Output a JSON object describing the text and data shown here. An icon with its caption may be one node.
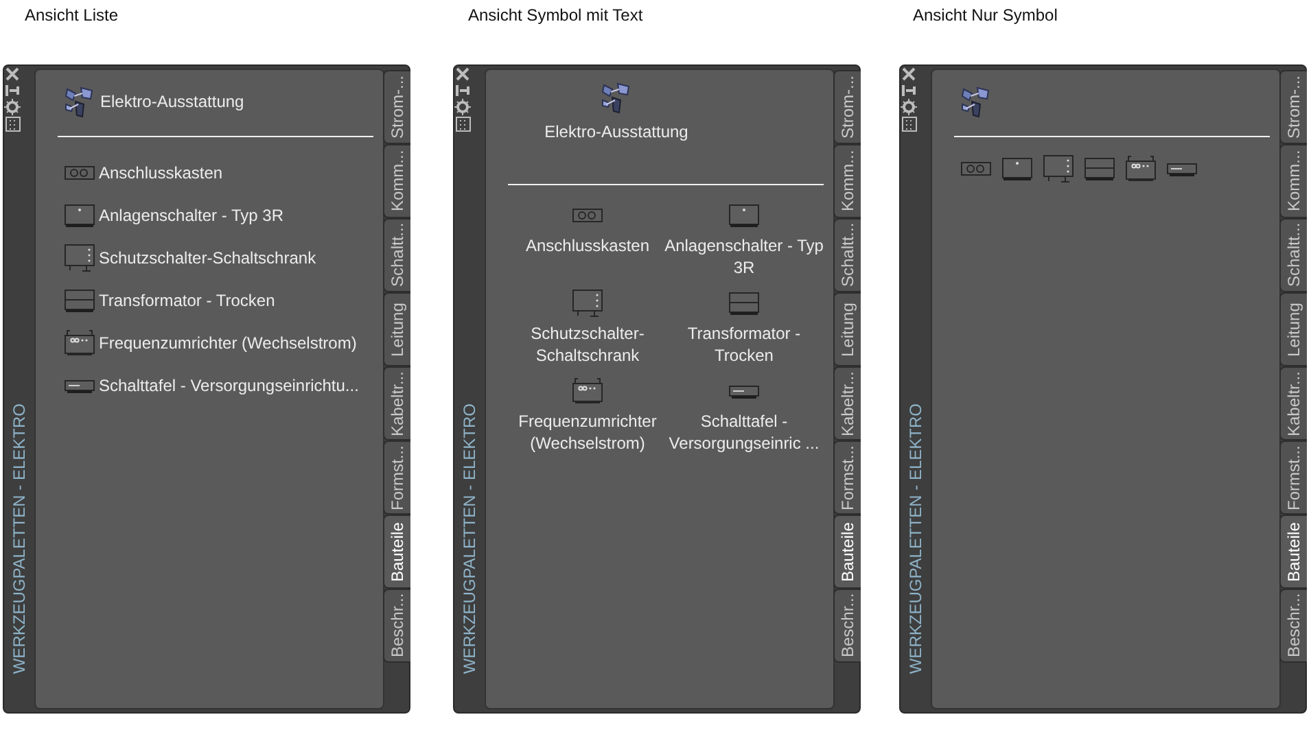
{
  "diagram": {
    "nodes": [
      {
        "text": [
          "Ansicht Liste"
        ]
      },
      {
        "text": [
          "WERKZEUGPALETTEN - ELEKTRO"
        ],
        "in": 0
      },
      {
        "text": [
          "Elektro-Ausstattung"
        ],
        "in": 0
      },
      {
        "text": [
          "Anschlusskasten"
        ],
        "in": 0
      },
      {
        "text": [
          "Anlagenschalter - Typ 3R"
        ],
        "in": 0
      },
      {
        "text": [
          "Schutzschalter-Schaltschrank"
        ],
        "in": 0
      },
      {
        "text": [
          "Transformator - Trocken"
        ],
        "in": 0
      },
      {
        "text": [
          "Frequenzumrichter (Wechselstrom)"
        ],
        "in": 0
      },
      {
        "text": [
          "Schalttafel - Versorgungseinrichtu..."
        ],
        "in": 0
      },
      {
        "text": [
          "Strom-..."
        ],
        "in": 0
      },
      {
        "text": [
          "Komm..."
        ],
        "in": 0
      },
      {
        "text": [
          "Schaltt..."
        ],
        "in": 0
      },
      {
        "text": [
          "Leitung"
        ],
        "in": 0
      },
      {
        "text": [
          "Kabeltr..."
        ],
        "in": 0
      },
      {
        "text": [
          "Formst..."
        ],
        "in": 0
      },
      {
        "text": [
          "Bauteile"
        ],
        "in": 0
      },
      {
        "text": [
          "Beschr..."
        ],
        "in": 0
      },
      {
        "text": [
          "Ansicht Symbol mit Text"
        ]
      },
      {
        "text": [
          "WERKZEUGPALETTEN - ELEKTRO"
        ],
        "in": 17
      },
      {
        "text": [
          "Elektro-Ausstattung"
        ],
        "in": 17
      },
      {
        "text": [
          "Anschlusskasten"
        ],
        "in": 17
      },
      {
        "text": [
          "Anlagenschalter - Typ 3R"
        ],
        "in": 17
      },
      {
        "text": [
          "Schutzschalter-Schaltschrank"
        ],
        "in": 17
      },
      {
        "text": [
          "Transformator - Trocken"
        ],
        "in": 17
      },
      {
        "text": [
          "Frequenzumrichter (Wechselstrom)"
        ],
        "in": 17
      },
      {
        "text": [
          "Schalttafel - Versorgungseinric ..."
        ],
        "in": 17
      },
      {
        "text": [
          "Strom-..."
        ],
        "in": 17
      },
      {
        "text": [
          "Komm..."
        ],
        "in": 17
      },
      {
        "text": [
          "Schaltt..."
        ],
        "in": 17
      },
      {
        "text": [
          "Leitung"
        ],
        "in": 17
      },
      {
        "text": [
          "Kabeltr..."
        ],
        "in": 17
      },
      {
        "text": [
          "Formst..."
        ],
        "in": 17
      },
      {
        "text": [
          "Bauteile"
        ],
        "in": 17
      },
      {
        "text": [
          "Beschr..."
        ],
        "in": 17
      },
      {
        "text": [
          "Ansicht Nur Symbol"
        ]
      },
      {
        "text": [
          "WERKZEUGPALETTEN - ELEKTRO"
        ],
        "in": 34
      },
      {
        "text": [],
        "shape": "picture",
        "in": 34
      },
      {
        "text": [],
        "shape": "picture",
        "in": 34
      },
      {
        "text": [],
        "shape": "picture",
        "in": 34
      },
      {
        "text": [],
        "shape": "picture",
        "in": 34
      },
      {
        "text": [],
        "shape": "picture",
        "in": 34
      },
      {
        "text": [],
        "shape": "picture",
        "in": 34
      },
      {
        "text": [],
        "shape": "picture",
        "in": 34
      },
      {
        "text": [
          "Strom-..."
        ],
        "in": 34
      },
      {
        "text": [
          "Komm..."
        ],
        "in": 34
      },
      {
        "text": [
          "Schaltt..."
        ],
        "in": 34
      },
      {
        "text": [
          "Leitung"
        ],
        "in": 34
      },
      {
        "text": [
          "Kabeltr..."
        ],
        "in": 34
      },
      {
        "text": [
          "Formst..."
        ],
        "in": 34
      },
      {
        "text": [
          "Bauteile"
        ],
        "in": 34
      },
      {
        "text": [
          "Beschr..."
        ],
        "in": 34
      }
    ]
  }
}
